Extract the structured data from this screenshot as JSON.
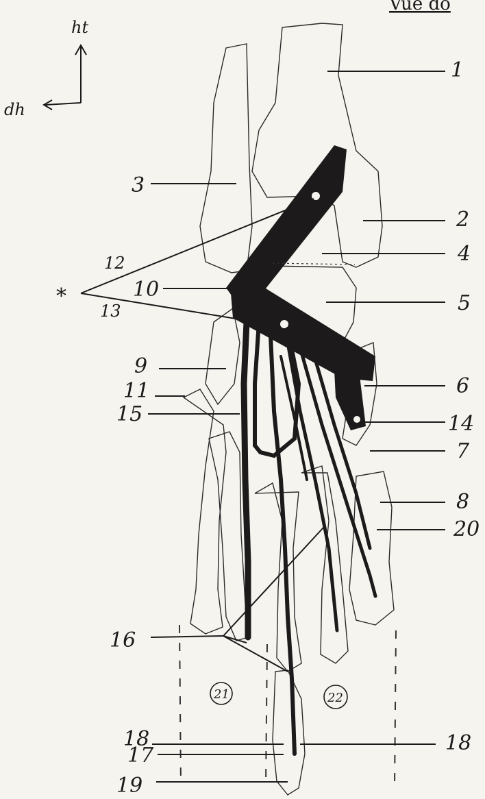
{
  "title": "Vue do",
  "orientation": {
    "up_label": "ht",
    "side_label": "dh"
  },
  "star_marker": "*",
  "labels": {
    "l1": "1",
    "l2": "2",
    "l3": "3",
    "l4": "4",
    "l5": "5",
    "l6": "6",
    "l7": "7",
    "l8": "8",
    "l9": "9",
    "l10": "10",
    "l11": "11",
    "l12": "12",
    "l13": "13",
    "l14": "14",
    "l15": "15",
    "l16": "16",
    "l17": "17",
    "l18_left": "18",
    "l18_right": "18",
    "l19": "19",
    "l20": "20"
  },
  "zones": {
    "z21": "21",
    "z22": "22"
  }
}
